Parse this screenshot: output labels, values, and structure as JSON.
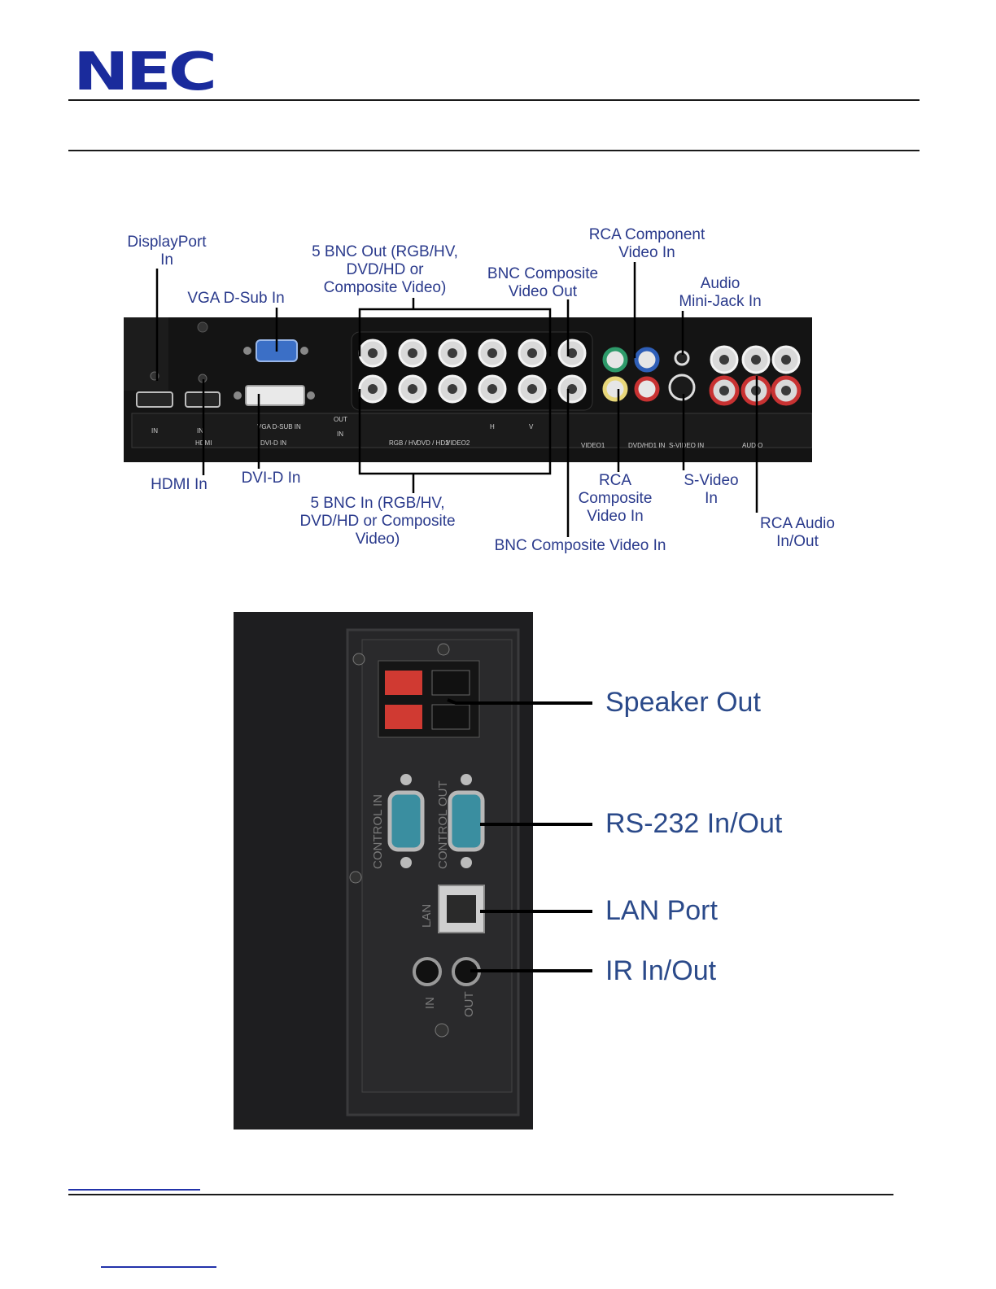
{
  "logo": {
    "text": "NEC",
    "color": "#1a2b9c"
  },
  "rear_panel": {
    "labels": {
      "displayport_in": "DisplayPort\nIn",
      "vga_dsub_in": "VGA D-Sub In",
      "bnc5_out": "5 BNC Out (RGB/HV,\nDVD/HD or\nComposite Video)",
      "bnc_composite_out": "BNC Composite\nVideo Out",
      "rca_component_in": "RCA Component\nVideo In",
      "audio_minijack_in": "Audio\nMini-Jack In",
      "hdmi_in": "HDMI In",
      "dvid_in": "DVI-D In",
      "bnc5_in": "5 BNC In (RGB/HV,\nDVD/HD or Composite\nVideo)",
      "rca_composite_in": "RCA\nComposite\nVideo In",
      "bnc_composite_in": "BNC Composite Video In",
      "svideo_in": "S-Video\nIn",
      "rca_audio_inout": "RCA Audio\nIn/Out"
    },
    "panel_printing": {
      "dp_in": "IN",
      "hdmi_in": "IN",
      "hdmi": "HDMI",
      "vga_label": "VGA D-SUB IN",
      "dvi_label": "DVI-D IN",
      "out": "OUT",
      "in": "IN",
      "rgb_hv": "RGB / HV",
      "dvd_hd2": "DVD / HD2",
      "video2": "VIDEO2",
      "h": "H",
      "v": "V",
      "video1": "VIDEO1",
      "dvd_hd1_in": "DVD/HD1 IN",
      "svideo_in": "S-VIDEO IN",
      "audio": "AUDIO"
    }
  },
  "side_panel": {
    "callouts": {
      "speaker_out": "Speaker Out",
      "rs232": "RS-232 In/Out",
      "lan": "LAN Port",
      "ir": "IR In/Out"
    },
    "panel_printing": {
      "control_in": "CONTROL IN",
      "control_out": "CONTROL OUT",
      "lan": "LAN",
      "in": "IN",
      "out": "OUT"
    }
  },
  "colors": {
    "label_text": "#2a3a8c",
    "callout_text": "#2b4a8a",
    "panel_black": "#141414",
    "rca_green": "#2e9a6a",
    "rca_blue": "#2f5fb8",
    "rca_red": "#c83232",
    "rca_yellow": "#e8d77a",
    "vga_blue": "#3b6fc6",
    "speaker_red": "#d03a32"
  }
}
